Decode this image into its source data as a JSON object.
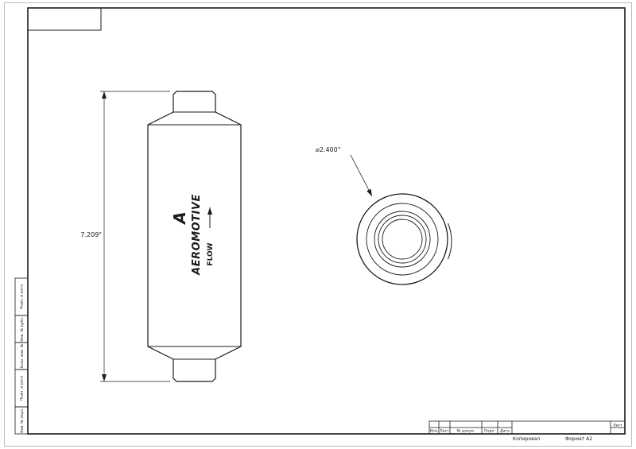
{
  "sheet": {
    "side_view": {
      "height_dimension": "7.209\"",
      "logo_mark": "A",
      "brand": "AEROMOTIVE",
      "flow_label": "FLOW"
    },
    "end_view": {
      "diameter_dimension": "⌀2.400\""
    },
    "left_stamps": [
      "Подп. и дата",
      "Инв. № дубл.",
      "Взам. инв. №",
      "Подп. и дата",
      "Инв. № подл."
    ],
    "title_block": {
      "headers": [
        "Изм.",
        "Лист",
        "№ докум.",
        "Подп.",
        "Дата"
      ],
      "sheet_cell": "Лист"
    },
    "footer": {
      "copied_by": "Копировал",
      "format": "Формат A2"
    }
  },
  "colors": {
    "line": "#1b1b1b",
    "background": "#ffffff"
  }
}
